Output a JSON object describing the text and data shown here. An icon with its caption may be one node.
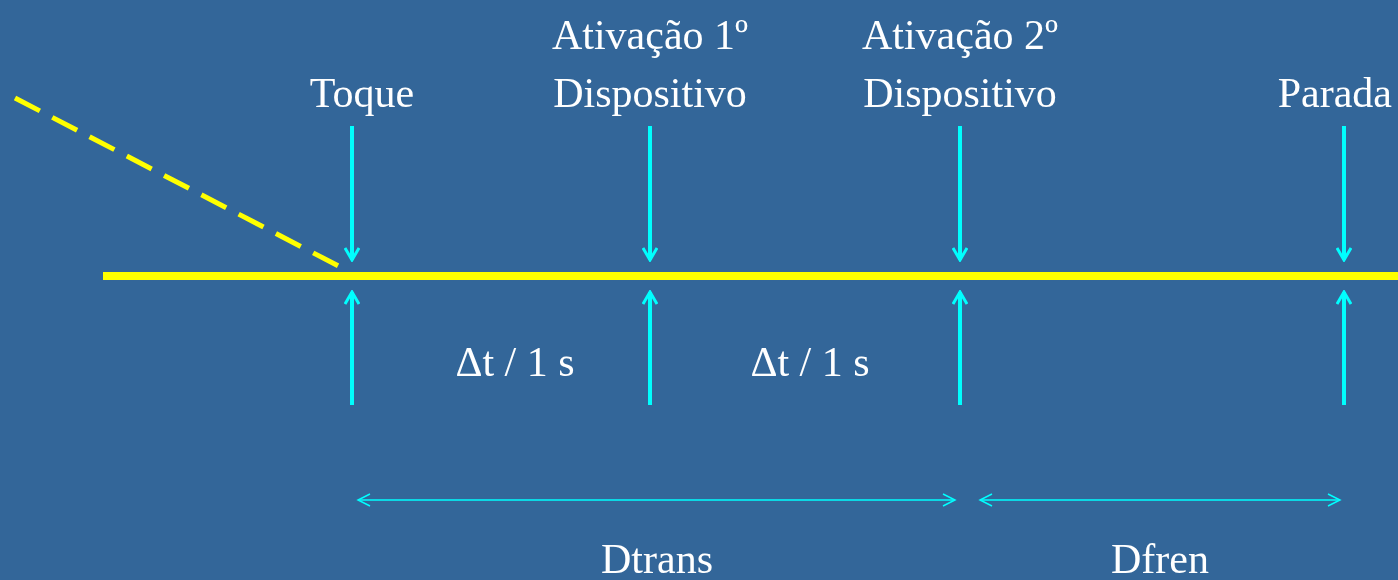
{
  "diagram": {
    "nodes": [
      {
        "text": [
          "Toque"
        ]
      },
      {
        "text": [
          "Ativação 1º Dispositivo"
        ]
      },
      {
        "text": [
          "Ativação 2º Dispositivo"
        ]
      },
      {
        "text": [
          "Parada"
        ]
      }
    ],
    "edges": [
      {
        "from": 0,
        "to": null,
        "arrow": "to"
      },
      {
        "from": 1,
        "to": null,
        "arrow": "to"
      },
      {
        "from": 2,
        "to": null,
        "arrow": "to"
      },
      {
        "from": 3,
        "to": null,
        "arrow": "to"
      }
    ],
    "labels": [
      "Δt / 1 s",
      "Δt / 1 s",
      "Dtrans",
      "Dfren"
    ]
  }
}
